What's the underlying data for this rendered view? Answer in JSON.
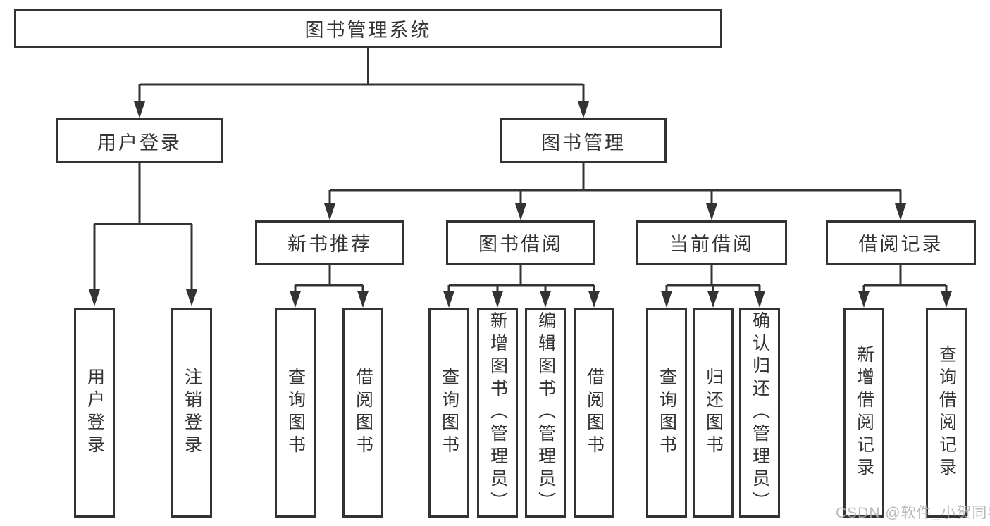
{
  "colors": {
    "line": "#333333",
    "box_bg": "#ffffff",
    "text": "#333333",
    "watermark": "#adadad"
  },
  "watermark": {
    "text": "CSDN @软件_小贺同学"
  },
  "tree": {
    "root": {
      "label": "图书管理系统"
    },
    "level2": [
      {
        "label": "用户登录"
      },
      {
        "label": "图书管理"
      }
    ],
    "level3": [
      {
        "label": "新书推荐"
      },
      {
        "label": "图书借阅"
      },
      {
        "label": "当前借阅"
      },
      {
        "label": "借阅记录"
      }
    ],
    "leaves": {
      "user_login": [
        "用户登录",
        "注销登录"
      ],
      "new_book": [
        "查询图书",
        "借阅图书"
      ],
      "book_borrow": [
        "查询图书",
        "新增图书（管理员）",
        "编辑图书（管理员）",
        "借阅图书"
      ],
      "current_borrow": [
        "查询图书",
        "归还图书",
        "确认归还（管理员）"
      ],
      "borrow_record": [
        "新增借阅记录",
        "查询借阅记录"
      ]
    }
  }
}
